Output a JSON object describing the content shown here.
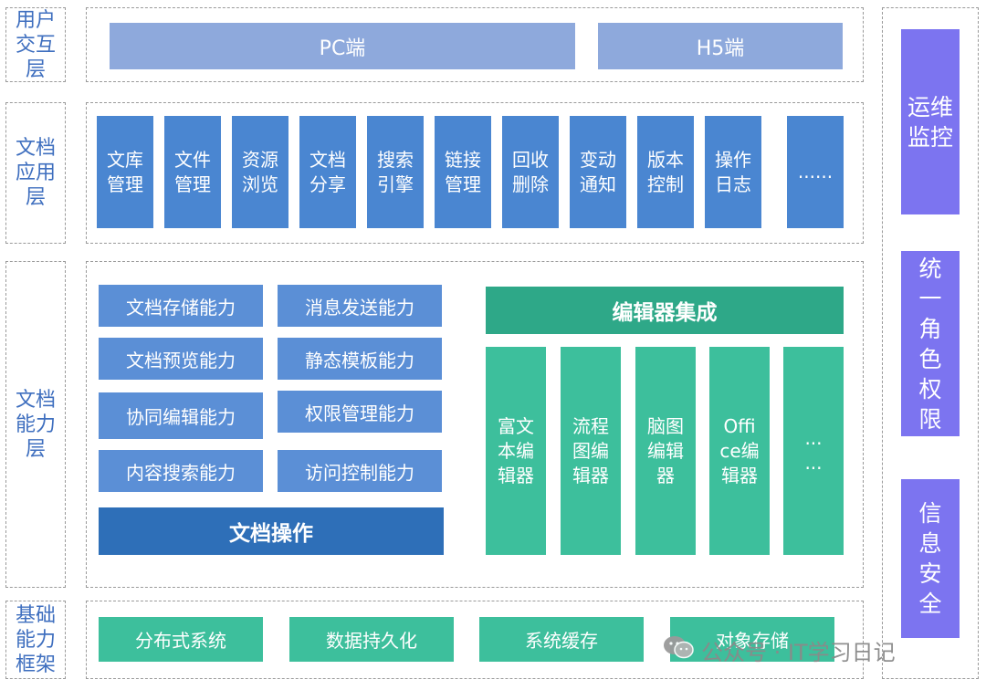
{
  "layers": {
    "user_interaction": "用户\n交互\n层",
    "doc_application": "文档\n应用\n层",
    "doc_capability": "文档\n能力\n层",
    "foundation": "基础\n能力\n框架"
  },
  "clients": [
    "PC端",
    "H5端"
  ],
  "app_modules": [
    "文库\n管理",
    "文件\n管理",
    "资源\n浏览",
    "文档\n分享",
    "搜索\n引擎",
    "链接\n管理",
    "回收\n删除",
    "变动\n通知",
    "版本\n控制",
    "操作\n日志",
    "......"
  ],
  "capabilities": {
    "left": [
      "文档存储能力",
      "文档预览能力",
      "协同编辑能力",
      "内容搜索能力"
    ],
    "right": [
      "消息发送能力",
      "静态模板能力",
      "权限管理能力",
      "访问控制能力"
    ],
    "doc_operations": "文档操作"
  },
  "editor_integration": {
    "title": "编辑器集成",
    "editors": [
      "富文\n本编\n辑器",
      "流程\n图编\n辑器",
      "脑图\n编辑\n器",
      "Offi\nce编\n辑器",
      "...\n..."
    ]
  },
  "infrastructure": [
    "分布式系统",
    "数据持久化",
    "系统缓存",
    "对象存储"
  ],
  "side_panels": [
    "运维\n监控",
    "统\n一\n角\n色\n权\n限",
    "信\n息\n安\n全"
  ],
  "watermark": "公众号 · IT学习日记"
}
